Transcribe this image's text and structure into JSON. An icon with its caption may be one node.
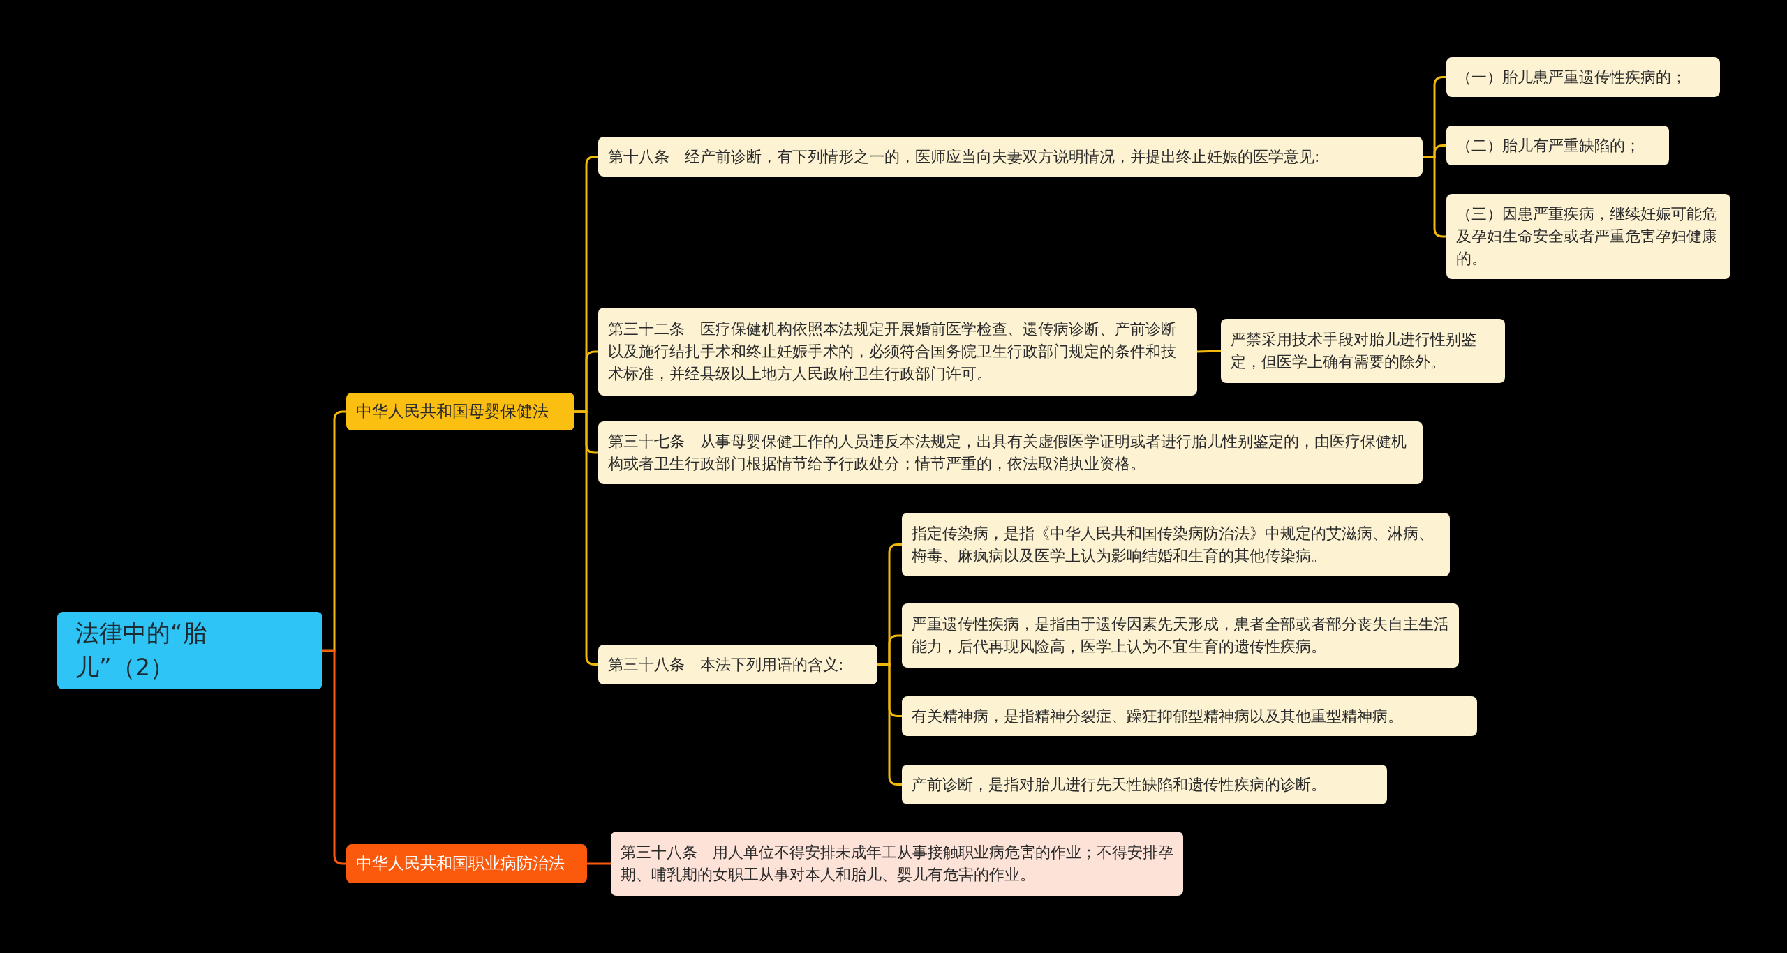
{
  "diagram": {
    "nodes": [
      {
        "text": [
          "法律中的“胎儿”（2）"
        ]
      },
      {
        "text": [
          "中华人民共和国母婴保健法"
        ]
      },
      {
        "text": [
          "第十八条　经产前诊断，有下列情形之一的，医师应当向夫妻双方说明情况，并提出终止妊娠的医学意见:"
        ]
      },
      {
        "text": [
          "（一）胎儿患严重遗传性疾病的；"
        ]
      },
      {
        "text": [
          "（二）胎儿有严重缺陷的；"
        ]
      },
      {
        "text": [
          "（三）因患严重疾病，继续妊娠可能危及孕妇生命安全或者严重危害孕妇健康的。"
        ]
      },
      {
        "text": [
          "第三十二条　医疗保健机构依照本法规定开展婚前医学检查、遗传病诊断、产前诊断以及施行结扎手术和终止妊娠手术的，必须符合国务院卫生行政部门规定的条件和技术标准，并经县级以上地方人民政府卫生行政部门许可。"
        ]
      },
      {
        "text": [
          "严禁采用技术手段对胎儿进行性别鉴定，但医学上确有需要的除外。"
        ]
      },
      {
        "text": [
          "第三十七条　从事母婴保健工作的人员违反本法规定，出具有关虚假医学证明或者进行胎儿性别鉴定的，由医疗保健机构或者卫生行政部门根据情节给予行政处分；情节严重的，依法取消执业资格。"
        ]
      },
      {
        "text": [
          "第三十八条　本法下列用语的含义:"
        ]
      },
      {
        "text": [
          "指定传染病，是指《中华人民共和国传染病防治法》中规定的艾滋病、淋病、梅毒、麻疯病以及医学上认为影响结婚和生育的其他传染病。"
        ]
      },
      {
        "text": [
          "严重遗传性疾病，是指由于遗传因素先天形成，患者全部或者部分丧失自主生活能力，后代再现风险高，医学上认为不宜生育的遗传性疾病。"
        ]
      },
      {
        "text": [
          "有关精神病，是指精神分裂症、躁狂抑郁型精神病以及其他重型精神病。"
        ]
      },
      {
        "text": [
          "产前诊断，是指对胎儿进行先天性缺陷和遗传性疾病的诊断。"
        ]
      },
      {
        "text": [
          "中华人民共和国职业病防治法"
        ]
      },
      {
        "text": [
          "第三十八条　用人单位不得安排未成年工从事接触职业病危害的作业；不得安排孕期、哺乳期的女职工从事对本人和胎儿、婴儿有危害的作业。"
        ]
      }
    ],
    "edges": [
      {
        "from": 0,
        "to": 1,
        "arrow": "none"
      },
      {
        "from": 1,
        "to": 2,
        "arrow": "none"
      },
      {
        "from": 2,
        "to": 3,
        "arrow": "none"
      },
      {
        "from": 2,
        "to": 4,
        "arrow": "none"
      },
      {
        "from": 2,
        "to": 5,
        "arrow": "none"
      },
      {
        "from": 1,
        "to": 6,
        "arrow": "none"
      },
      {
        "from": 6,
        "to": 7,
        "arrow": "none"
      },
      {
        "from": 1,
        "to": 8,
        "arrow": "none"
      },
      {
        "from": 1,
        "to": 9,
        "arrow": "none"
      },
      {
        "from": 9,
        "to": 10,
        "arrow": "none"
      },
      {
        "from": 9,
        "to": 11,
        "arrow": "none"
      },
      {
        "from": 9,
        "to": 12,
        "arrow": "none"
      },
      {
        "from": 9,
        "to": 13,
        "arrow": "none"
      },
      {
        "from": 0,
        "to": 14,
        "arrow": "none",
        "color": "#fa5a0f"
      },
      {
        "from": 14,
        "to": 15,
        "arrow": "none",
        "color": "#fa5a0f"
      }
    ]
  }
}
